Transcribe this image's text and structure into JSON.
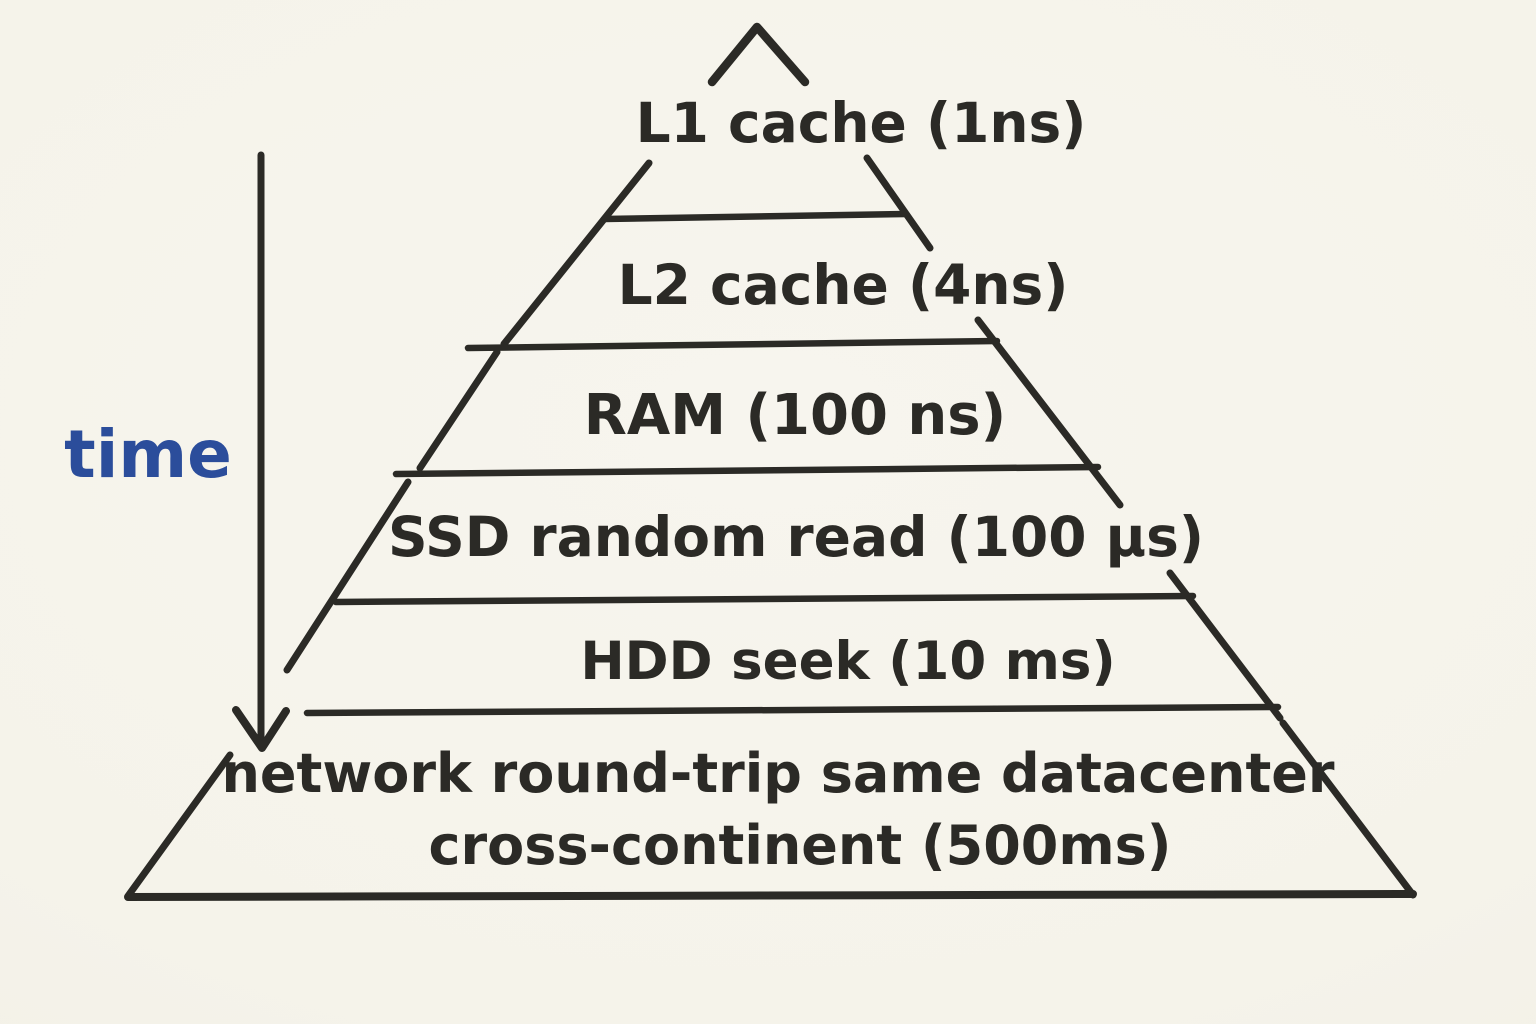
{
  "figure": {
    "kind": "hand-drawn latency pyramid",
    "orientation": "apex-top"
  },
  "colors": {
    "background": "#f5f3ea",
    "ink": "#2b2a26",
    "accent_blue": "#2b4d9b"
  },
  "time_axis": {
    "label": "time",
    "direction": "down"
  },
  "pyramid": {
    "levels": [
      {
        "id": "l1-cache",
        "label": "L1 cache (1ns)",
        "component": "L1 cache",
        "latency": "1ns"
      },
      {
        "id": "l2-cache",
        "label": "L2 cache (4ns)",
        "component": "L2 cache",
        "latency": "4ns"
      },
      {
        "id": "ram",
        "label": "RAM (100 ns)",
        "component": "RAM",
        "latency": "100 ns"
      },
      {
        "id": "ssd",
        "label": "SSD random read (100 µs)",
        "component": "SSD random read",
        "latency": "100 µs"
      },
      {
        "id": "hdd",
        "label": "HDD seek (10 ms)",
        "component": "HDD seek",
        "latency": "10 ms"
      },
      {
        "id": "network",
        "label": "network round-trip same datacenter",
        "label_line2": "cross-continent (500ms)",
        "component": "network round-trip same datacenter cross-continent",
        "latency": "500ms"
      }
    ]
  }
}
